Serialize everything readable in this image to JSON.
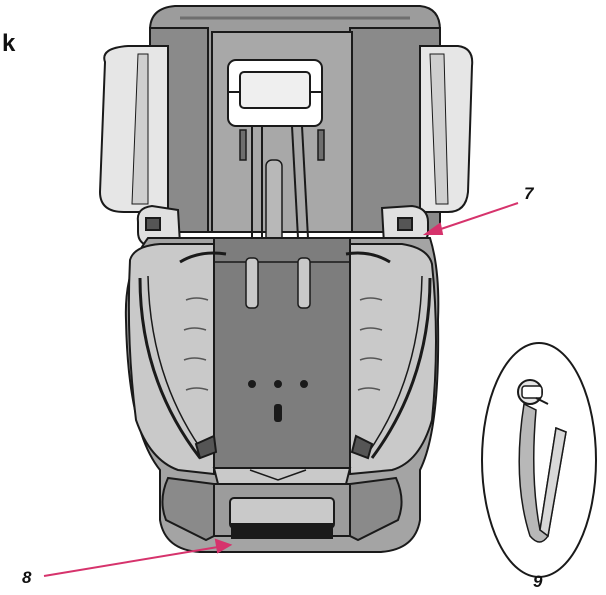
{
  "header_fragment": "k",
  "callouts": [
    {
      "id": "7",
      "label": "7"
    },
    {
      "id": "8",
      "label": "8"
    },
    {
      "id": "9",
      "label": "9"
    }
  ],
  "colors": {
    "arrow": "#d6336c",
    "outline": "#1a1a1a",
    "seat_dark": "#7d7d7d",
    "seat_mid": "#9c9c9c",
    "seat_light": "#c9c9c9",
    "wing": "#e6e6e6",
    "belt_guide": "#555555"
  }
}
